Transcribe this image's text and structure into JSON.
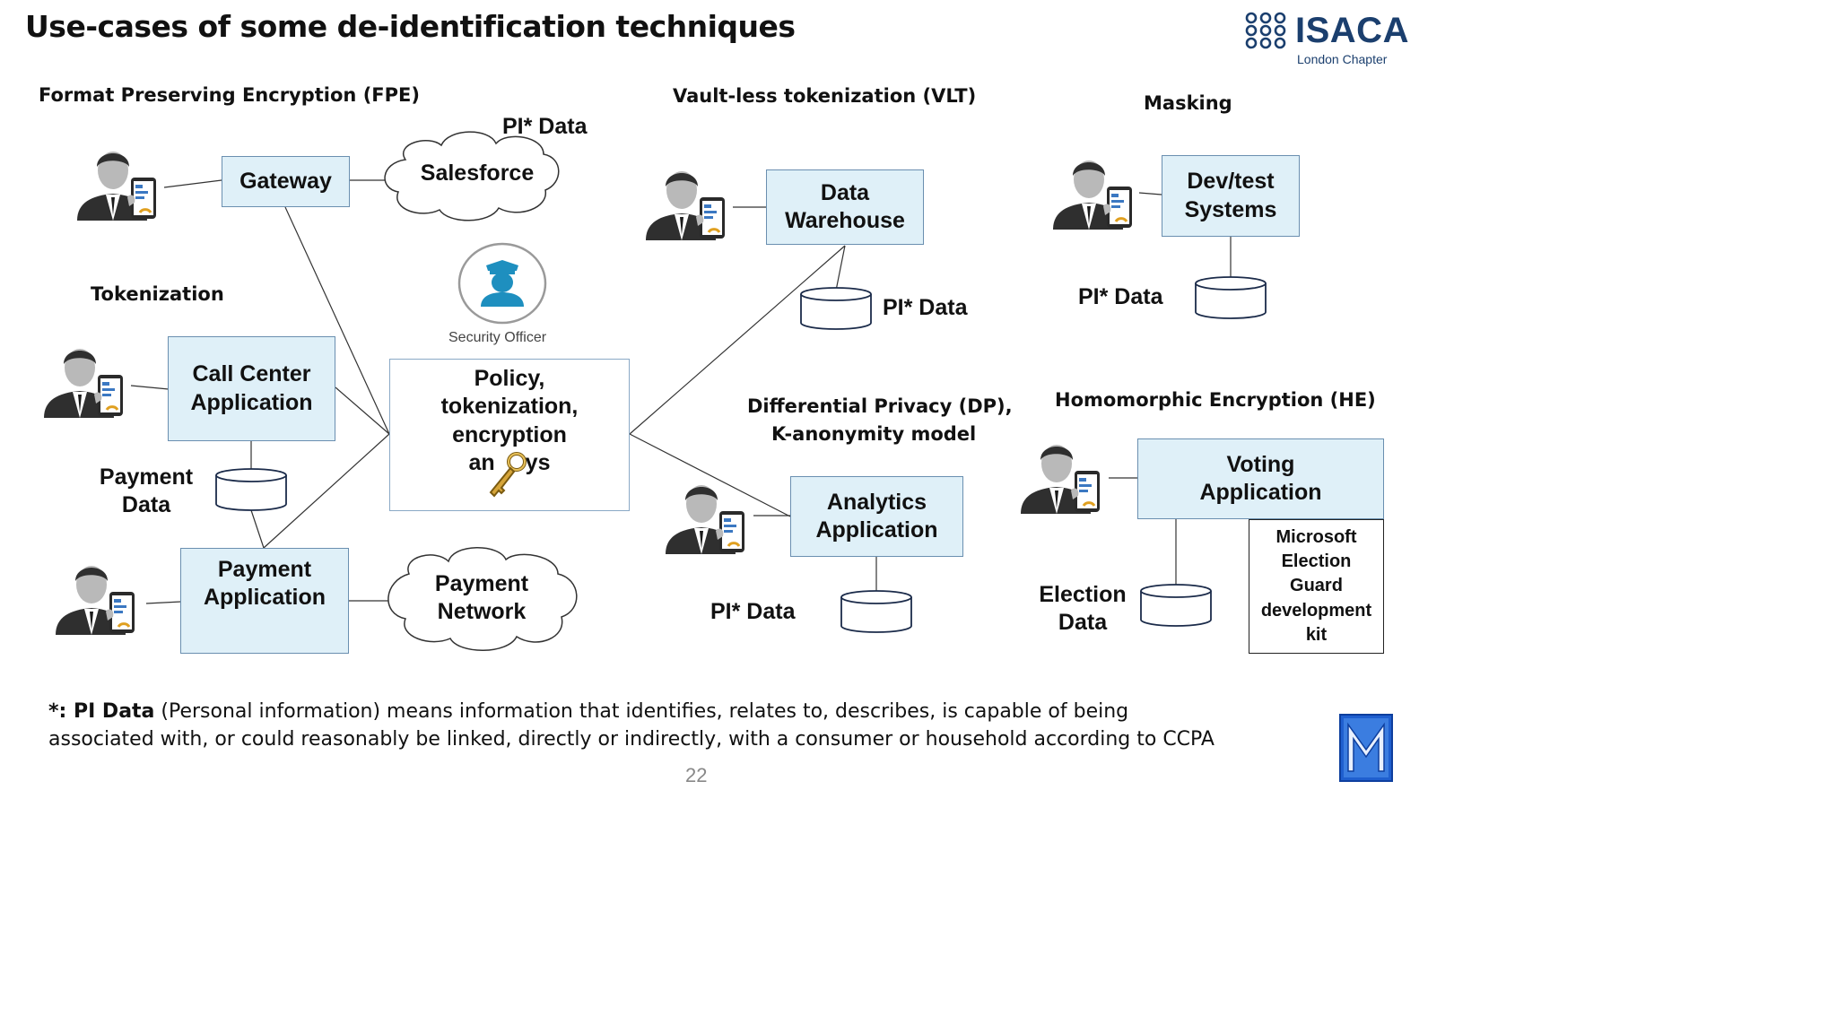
{
  "title": "Use-cases of some de-identification techniques",
  "logo": {
    "name": "ISACA",
    "subtitle": "London Chapter"
  },
  "sections": {
    "fpe": "Format Preserving Encryption (FPE)",
    "vlt": "Vault-less tokenization (VLT)",
    "masking": "Masking",
    "tokenization": "Tokenization",
    "dp_line1": "Differential Privacy (DP),",
    "dp_line2": "K-anonymity model",
    "he": "Homomorphic Encryption (HE)"
  },
  "boxes": {
    "gateway": "Gateway",
    "call_center_1": "Call Center",
    "call_center_2": "Application",
    "payment_app_1": "Payment",
    "payment_app_2": "Application",
    "policy_1": "Policy,",
    "policy_2": "tokenization,",
    "policy_3": "encryption",
    "policy_4a": "an",
    "policy_4b": "ys",
    "data_warehouse_1": "Data",
    "data_warehouse_2": "Warehouse",
    "dev_test_1": "Dev/test",
    "dev_test_2": "Systems",
    "analytics_1": "Analytics",
    "analytics_2": "Application",
    "voting_1": "Voting",
    "voting_2": "Application",
    "mseg_1": "Microsoft",
    "mseg_2": "Election",
    "mseg_3": "Guard",
    "mseg_4": "development",
    "mseg_5": "kit"
  },
  "clouds": {
    "salesforce": "Salesforce",
    "payment_network_1": "Payment",
    "payment_network_2": "Network"
  },
  "labels": {
    "pi_salesforce": "PI* Data",
    "pi_warehouse": "PI* Data",
    "pi_masking": "PI* Data",
    "pi_analytics": "PI* Data",
    "payment_data_1": "Payment",
    "payment_data_2": "Data",
    "election_data_1": "Election",
    "election_data_2": "Data",
    "security_officer": "Security Officer"
  },
  "footnote": {
    "prefix": "*: PI Data",
    "text": " (Personal information) means information that identifies, relates to, describes, is capable of being associated with, or could reasonably be linked, directly or indirectly, with a consumer or household according to CCPA"
  },
  "page_number": "22",
  "colors": {
    "box_fill": "#dff0f8",
    "box_border": "#6a8fb0",
    "logo_blue": "#1b3f6e",
    "officer_teal": "#1e8fbf"
  }
}
